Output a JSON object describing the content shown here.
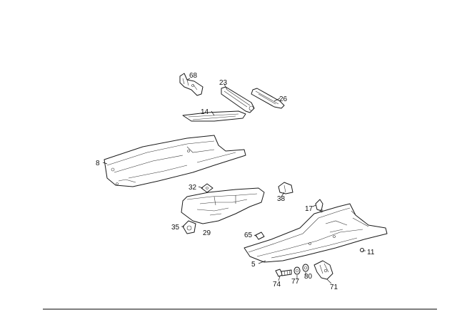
{
  "callouts": {
    "c68": "68",
    "c23": "23",
    "c26": "26",
    "c14": "14",
    "c8": "8",
    "c32": "32",
    "c38": "38",
    "c17": "17",
    "c35": "35",
    "c29": "29",
    "c65": "65",
    "c11": "11",
    "c5": "5",
    "c74": "74",
    "c77": "77",
    "c80": "80",
    "c71": "71"
  }
}
